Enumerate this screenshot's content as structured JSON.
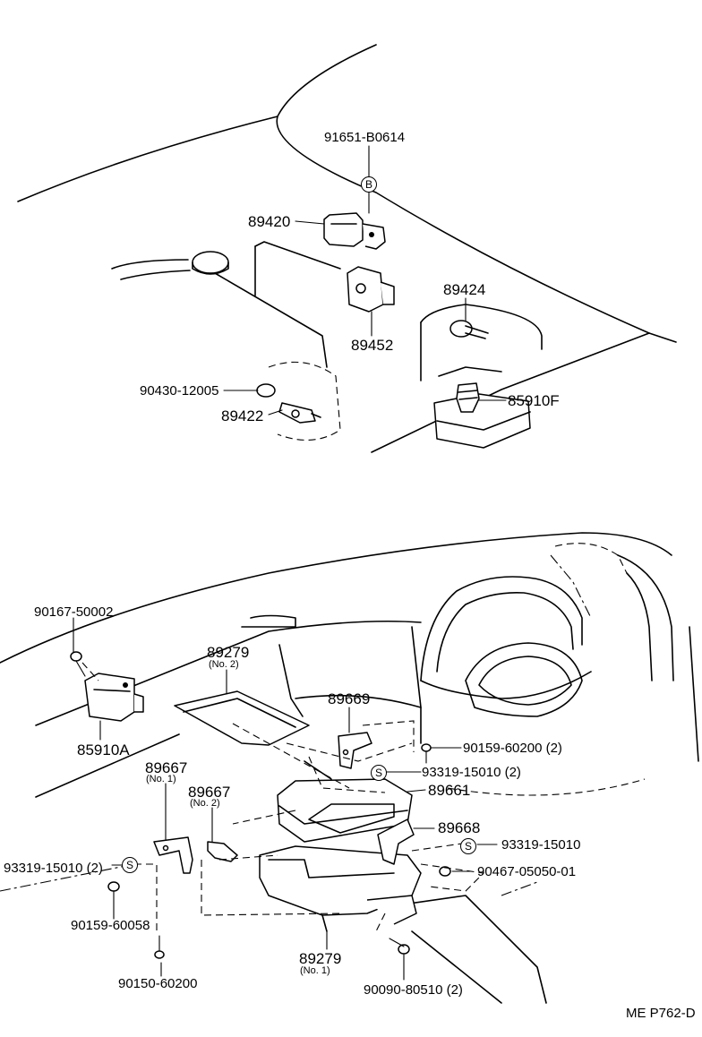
{
  "diagram": {
    "page_code": "ME P762-D",
    "upper_labels": {
      "p91651": "91651-B0614",
      "p89420": "89420",
      "p89424": "89424",
      "p89452": "89452",
      "p90430": "90430-12005",
      "p89422": "89422",
      "p85910f": "85910F"
    },
    "lower_labels": {
      "p90167": "90167-50002",
      "p89279a": "89279",
      "p89279a_no": "(No. 2)",
      "p85910a": "85910A",
      "p89669": "89669",
      "p90159a": "90159-60200 (2)",
      "p93319a": "93319-15010 (2)",
      "p89661": "89661",
      "p89667a": "89667",
      "p89667a_no": "(No. 1)",
      "p89667b": "89667",
      "p89667b_no": "(No. 2)",
      "p89668": "89668",
      "p93319b": "93319-15010",
      "p93319c": "93319-15010 (2)",
      "p90467": "90467-05050-01",
      "p90159b": "90159-60058",
      "p89279b": "89279",
      "p89279b_no": "(No. 1)",
      "p90150": "90150-60200",
      "p90090": "90090-80510 (2)"
    },
    "markers": {
      "b": "B",
      "s1": "S",
      "s2": "S",
      "s3": "S"
    }
  }
}
